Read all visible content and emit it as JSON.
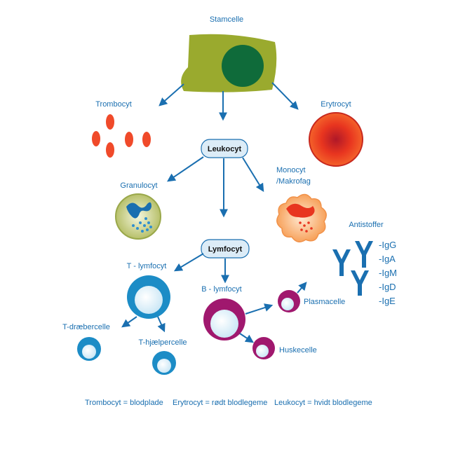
{
  "labels": {
    "stamcelle": "Stamcelle",
    "trombocyt": "Trombocyt",
    "erytrocyt": "Erytrocyt",
    "leukocyt": "Leukocyt",
    "granulocyt": "Granulocyt",
    "monocyt_line1": "Monocyt",
    "monocyt_line2": "/Makrofag",
    "antistoffer": "Antistoffer",
    "lymfocyt": "Lymfocyt",
    "t_lymfocyt": "T - lymfocyt",
    "b_lymfocyt": "B - lymfocyt",
    "plasmacelle": "Plasmacelle",
    "huskecelle": "Huskecelle",
    "t_draebercelle": "T-dræbercelle",
    "t_hjaelpercelle": "T-hjælpercelle"
  },
  "antibodies": [
    "-IgG",
    "-IgA",
    "-IgM",
    "-IgD",
    "-IgE"
  ],
  "footer": {
    "trombocyt": "Trombocyt = blodplade",
    "erytrocyt": "Erytrocyt = rødt blodlegeme",
    "leukocyt": "Leukocyt = hvidt blodlegeme"
  },
  "colors": {
    "text": "#1a6fb0",
    "arrow": "#1a6fb0",
    "stem_cell": "#9aaa2e",
    "stem_nucleus": "#0f6b3a",
    "platelet": "#f04a2a",
    "erythrocyte_outer": "#e8351f",
    "erythrocyte_center": "#b01828",
    "t_cell": "#1c8cc6",
    "b_cell": "#a0186e",
    "granulocyte": "#c8d08a",
    "monocyte": "#f7a25c"
  }
}
